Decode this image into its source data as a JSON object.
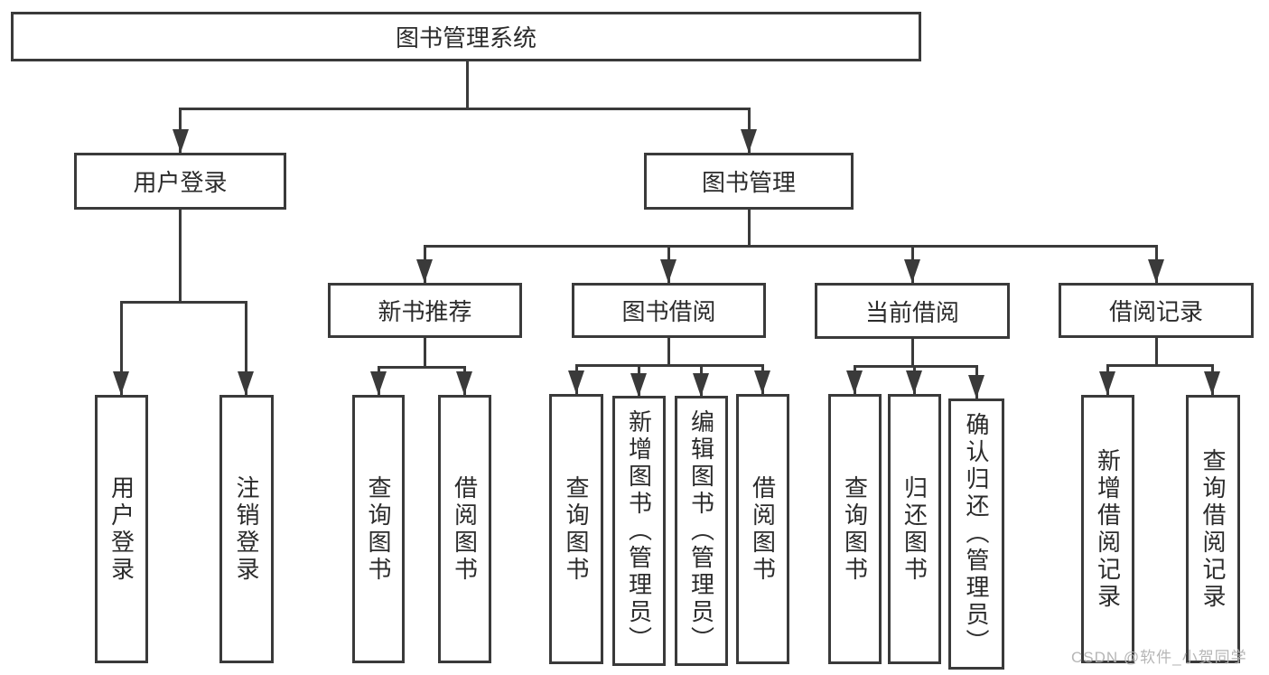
{
  "colors": {
    "background": "#ffffff",
    "line": "#3a3a3a",
    "box_border": "#3a3a3a",
    "text": "#2b2b2b",
    "watermark_text": "#b2b2b2"
  },
  "watermark": {
    "text": "CSDN @软件_小贺同学"
  },
  "tree": {
    "label": "图书管理系统",
    "children": [
      {
        "label": "用户登录",
        "children": [
          {
            "label": "用户登录"
          },
          {
            "label": "注销登录"
          }
        ]
      },
      {
        "label": "图书管理",
        "children": [
          {
            "label": "新书推荐",
            "children": [
              {
                "label": "查询图书"
              },
              {
                "label": "借阅图书"
              }
            ]
          },
          {
            "label": "图书借阅",
            "children": [
              {
                "label": "查询图书"
              },
              {
                "label": "新增图书（管理员）"
              },
              {
                "label": "编辑图书（管理员）"
              },
              {
                "label": "借阅图书"
              }
            ]
          },
          {
            "label": "当前借阅",
            "children": [
              {
                "label": "查询图书"
              },
              {
                "label": "归还图书"
              },
              {
                "label": "确认归还（管理员）"
              }
            ]
          },
          {
            "label": "借阅记录",
            "children": [
              {
                "label": "新增借阅记录"
              },
              {
                "label": "查询借阅记录"
              }
            ]
          }
        ]
      }
    ]
  }
}
